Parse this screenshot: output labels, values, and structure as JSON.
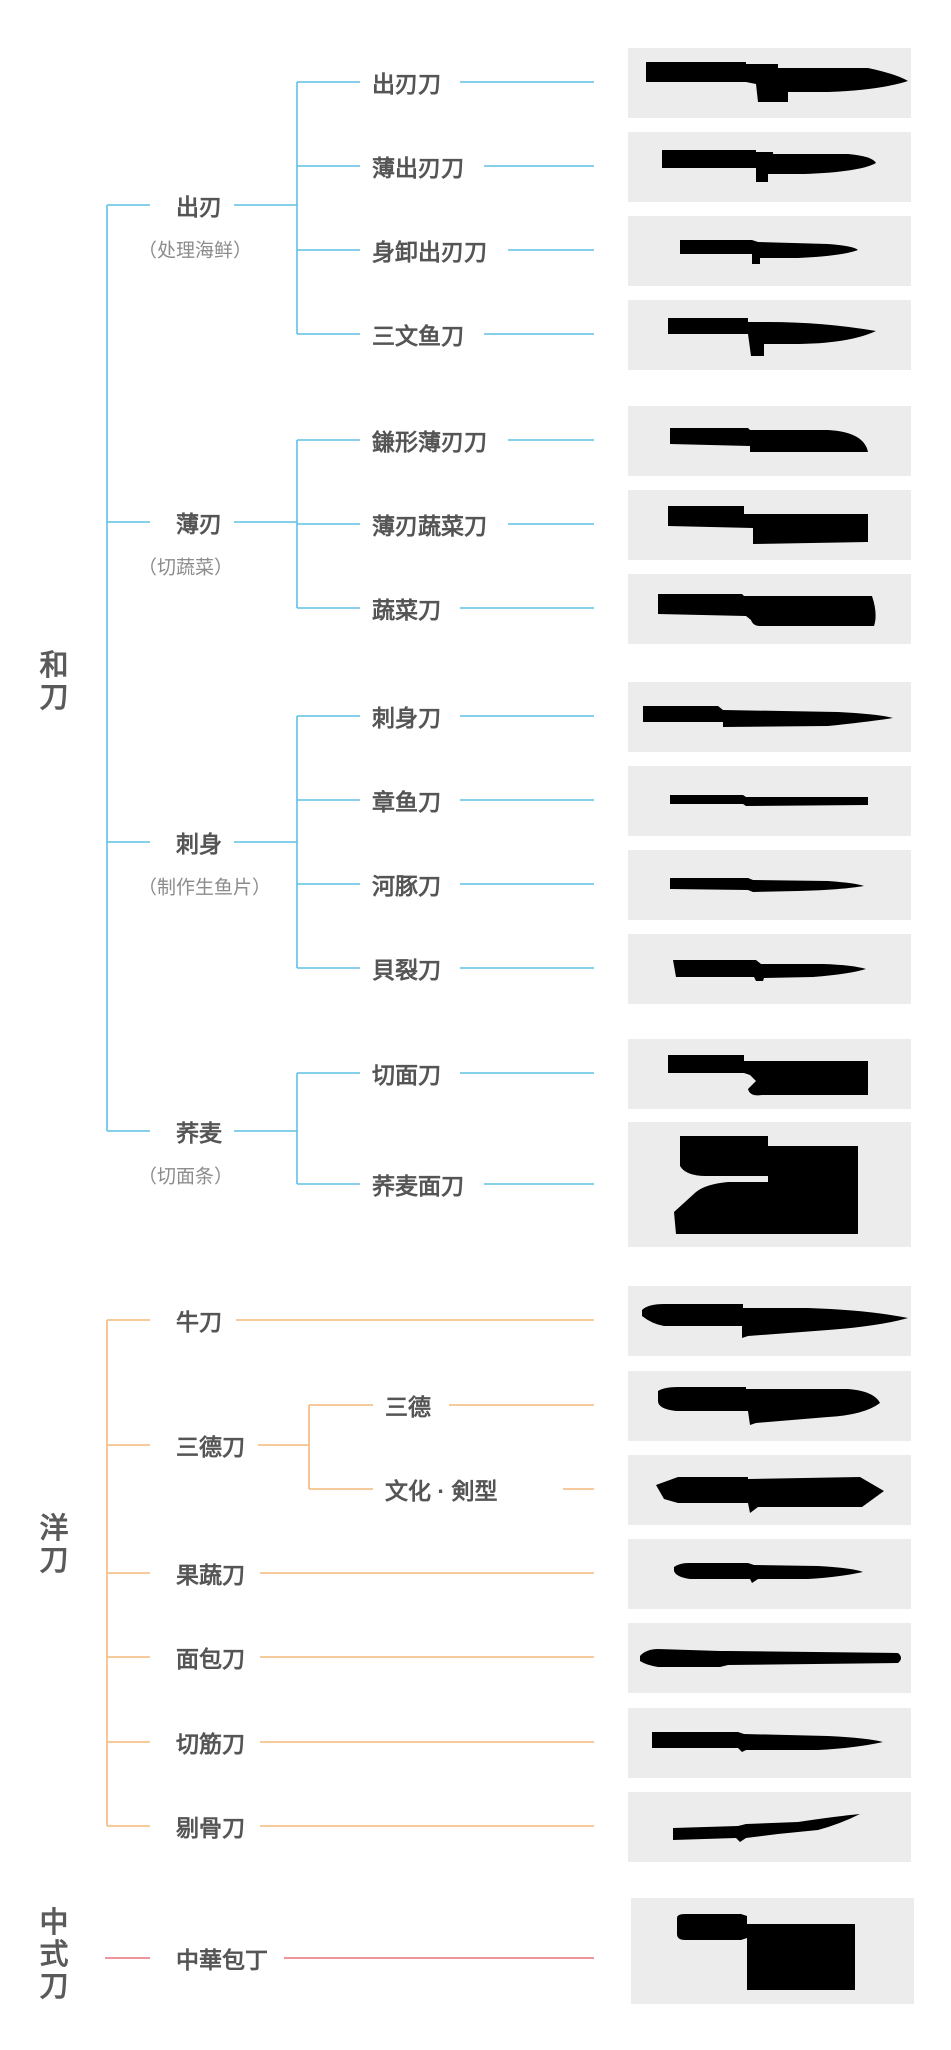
{
  "colors": {
    "wa": "#5fc0e6",
    "yo": "#f3b97a",
    "chuka": "#e8737b",
    "panel": "#ececec",
    "knife": "#000000",
    "text": "#555555",
    "subtext": "#8c8c8c"
  },
  "categories": [
    {
      "key": "wa",
      "chars": [
        "和",
        "刀"
      ],
      "groups": [
        {
          "name": "出刃",
          "sub": "（处理海鲜）",
          "items": [
            {
              "name": "出刃刀",
              "icon": "deba-knife-icon"
            },
            {
              "name": "薄出刃刀",
              "icon": "usu-deba-knife-icon"
            },
            {
              "name": "身卸出刃刀",
              "icon": "mioroshi-deba-knife-icon"
            },
            {
              "name": "三文鱼刀",
              "icon": "salmon-knife-icon"
            }
          ]
        },
        {
          "name": "薄刃",
          "sub": "（切蔬菜）",
          "items": [
            {
              "name": "鎌形薄刃刀",
              "icon": "kamagata-usuba-knife-icon"
            },
            {
              "name": "薄刃蔬菜刀",
              "icon": "usuba-vegetable-knife-icon"
            },
            {
              "name": "蔬菜刀",
              "icon": "vegetable-knife-icon"
            }
          ]
        },
        {
          "name": "刺身",
          "sub": "（制作生鱼片）",
          "items": [
            {
              "name": "刺身刀",
              "icon": "sashimi-knife-icon"
            },
            {
              "name": "章鱼刀",
              "icon": "tako-knife-icon"
            },
            {
              "name": "河豚刀",
              "icon": "fugu-knife-icon"
            },
            {
              "name": "貝裂刀",
              "icon": "kaisaki-knife-icon"
            }
          ]
        },
        {
          "name": "荞麦",
          "sub": "（切面条）",
          "items": [
            {
              "name": "切面刀",
              "icon": "menkiri-knife-icon"
            },
            {
              "name": "荞麦面刀",
              "icon": "soba-knife-icon"
            }
          ]
        }
      ]
    },
    {
      "key": "yo",
      "chars": [
        "洋",
        "刀"
      ],
      "groups": [
        {
          "name": "牛刀",
          "items": [
            {
              "name": "",
              "icon": "gyuto-knife-icon"
            }
          ]
        },
        {
          "name": "三德刀",
          "items": [
            {
              "name": "三德",
              "icon": "santoku-knife-icon"
            },
            {
              "name": "文化 · 剣型",
              "icon": "bunka-kengata-knife-icon"
            }
          ]
        },
        {
          "name": "果蔬刀",
          "items": [
            {
              "name": "",
              "icon": "petty-knife-icon"
            }
          ]
        },
        {
          "name": "面包刀",
          "items": [
            {
              "name": "",
              "icon": "bread-knife-icon"
            }
          ]
        },
        {
          "name": "切筋刀",
          "items": [
            {
              "name": "",
              "icon": "sujihiki-knife-icon"
            }
          ]
        },
        {
          "name": "剔骨刀",
          "items": [
            {
              "name": "",
              "icon": "boning-knife-icon"
            }
          ]
        }
      ]
    },
    {
      "key": "chuka",
      "chars": [
        "中",
        "式",
        "刀"
      ],
      "groups": [
        {
          "name": "中華包丁",
          "items": [
            {
              "name": "",
              "icon": "chinese-cleaver-icon"
            }
          ]
        }
      ]
    }
  ]
}
